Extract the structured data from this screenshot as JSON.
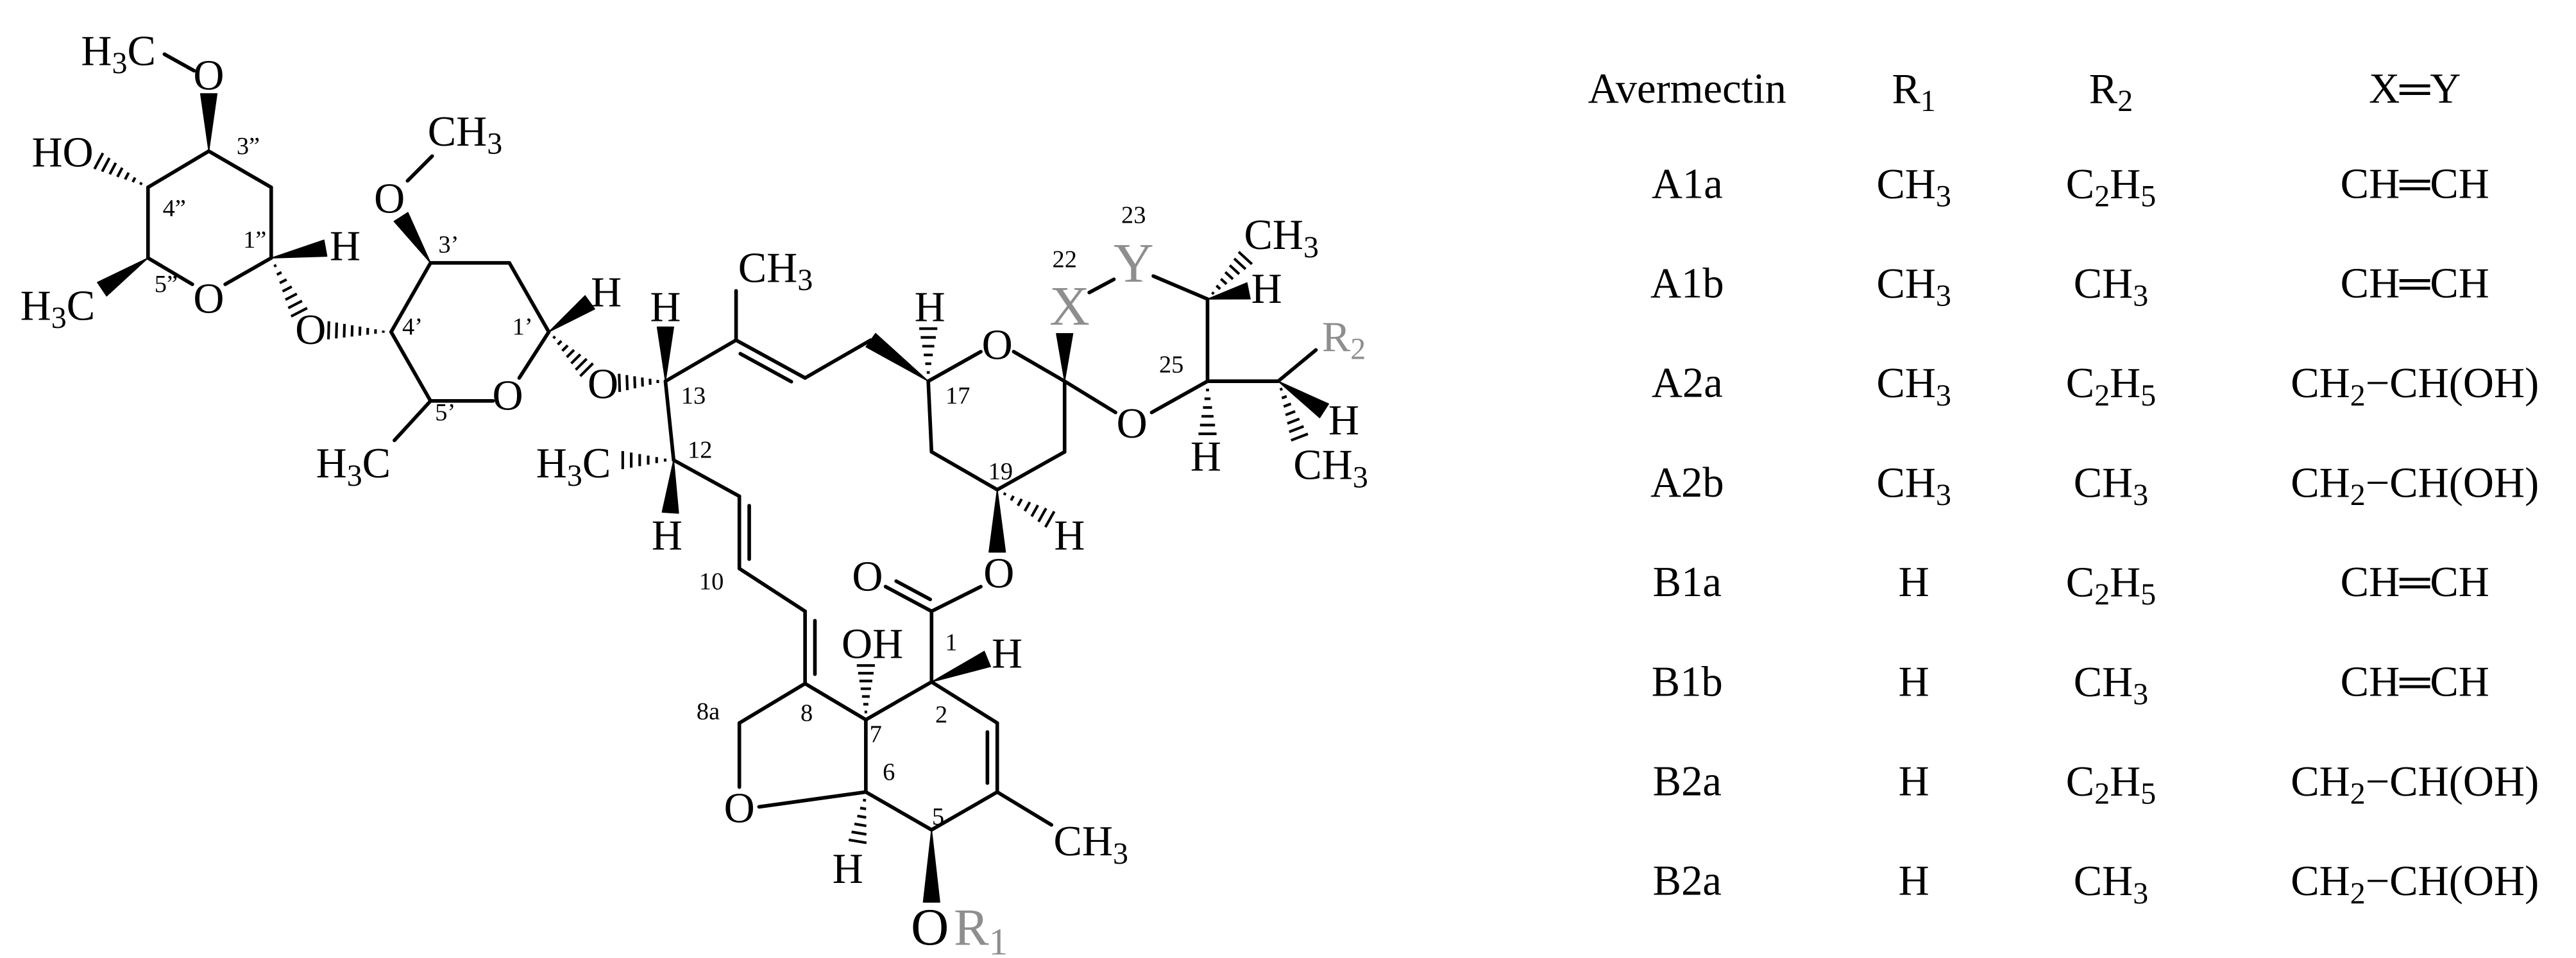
{
  "molecule": {
    "labels": {
      "me_top": "H₃C",
      "o_top": "O",
      "ho": "HO",
      "loc_3pp": "3”",
      "loc_4pp": "4”",
      "loc_1pp": "1”",
      "loc_5pp": "5”",
      "h_1pp": "H",
      "me_5pp": "H₃C",
      "o_ring_outer": "O",
      "o_glyco_1": "O",
      "o_methoxy": "O",
      "me_methoxy": "CH₃",
      "loc_3p": "3’",
      "loc_4p": "4’",
      "loc_1p": "1’",
      "loc_5p": "5’",
      "h_1p": "H",
      "o_ring_inner": "O",
      "me_5p": "H₃C",
      "o_glyco_2": "O",
      "h_13": "H",
      "loc_13": "13",
      "me_14": "CH₃",
      "me_12": "H₃C",
      "loc_12": "12",
      "h_12": "H",
      "loc_10": "10",
      "h_17": "H",
      "o_spiro_a": "O",
      "loc_17": "17",
      "x": "X",
      "loc_22": "22",
      "y": "Y",
      "loc_23": "23",
      "me_24": "CH₃",
      "h_24": "H",
      "r2": "R₂",
      "loc_25": "25",
      "o_spiro_b": "O",
      "h_25": "H",
      "h_26": "H",
      "me_26": "CH₃",
      "loc_19": "19",
      "h_19": "H",
      "o_ester": "O",
      "o_carbonyl": "O",
      "loc_1": "1",
      "oh_7": "OH",
      "h_2": "H",
      "loc_2": "2",
      "loc_8a": "8a",
      "loc_8": "8",
      "loc_7": "7",
      "o_furan": "O",
      "loc_6": "6",
      "loc_5": "5",
      "me_4": "CH₃",
      "h_6": "H",
      "o_5": "O",
      "r1": "R₁"
    }
  },
  "table": {
    "headers": [
      "Avermectin",
      "R₁",
      "R₂",
      "X═Y"
    ],
    "rows": [
      [
        "A1a",
        "CH₃",
        "C₂H₅",
        "CH═CH"
      ],
      [
        "A1b",
        "CH₃",
        "CH₃",
        "CH═CH"
      ],
      [
        "A2a",
        "CH₃",
        "C₂H₅",
        "CH₂−CH(OH)"
      ],
      [
        "A2b",
        "CH₃",
        "CH₃",
        "CH₂−CH(OH)"
      ],
      [
        "B1a",
        "H",
        "C₂H₅",
        "CH═CH"
      ],
      [
        "B1b",
        "H",
        "CH₃",
        "CH═CH"
      ],
      [
        "B2a",
        "H",
        "C₂H₅",
        "CH₂−CH(OH)"
      ],
      [
        "B2a",
        "H",
        "CH₃",
        "CH₂−CH(OH)"
      ]
    ]
  },
  "colors": {
    "ink": "#000000",
    "substituent_grey": "#8e8e8e",
    "background": "#ffffff"
  }
}
